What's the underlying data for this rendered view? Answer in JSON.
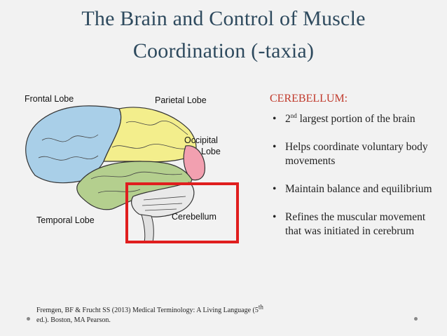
{
  "title": {
    "line1": "The Brain and Control of Muscle",
    "line2": "Coordination (-taxia)"
  },
  "labels": {
    "frontal": "Frontal Lobe",
    "parietal": "Parietal Lobe",
    "occipital_1": "Occipital",
    "occipital_2": "Lobe",
    "temporal": "Temporal Lobe",
    "cerebellum": "Cerebellum"
  },
  "panel": {
    "heading": "CEREBELLUM:",
    "bullet_char": "•",
    "b1_pre": "2",
    "b1_sup": "nd",
    "b1_post": " largest portion of the brain",
    "b2": "Helps coordinate voluntary body movements",
    "b3": "Maintain balance and equilibrium",
    "b4": "Refines the muscular movement that was initiated in cerebrum"
  },
  "citation": {
    "pre": "Fremgen, BF &  Frucht SS (2013) Medical Terminology: A Living Language (5",
    "sup": "th",
    "post": " ed.). Boston, MA Pearson."
  },
  "colors": {
    "frontal": "#a9cfe8",
    "parietal": "#f3ee8c",
    "occipital": "#f2a0b0",
    "temporal": "#b4cf8e",
    "cerebellum": "#e9e9e9",
    "highlight": "#e01e1e",
    "title": "#2e4a5e",
    "heading": "#c0392b"
  }
}
